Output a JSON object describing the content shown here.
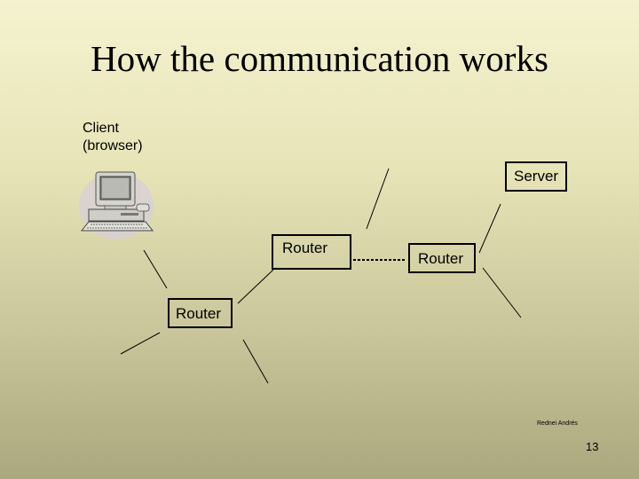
{
  "slide": {
    "title": "How the communication works",
    "client_label_line1": "Client",
    "client_label_line2": "(browser)",
    "nodes": {
      "server": "Server",
      "router_a": "Router",
      "router_b": "Router",
      "router_c": "Router"
    },
    "footer_author": "Rednei Andrés",
    "page_number": "13"
  },
  "icons": {
    "computer": "desktop-computer-icon"
  }
}
